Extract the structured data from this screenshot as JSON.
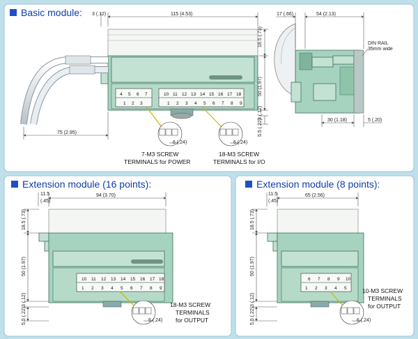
{
  "basic": {
    "title": "Basic module:",
    "dims": {
      "d3": "3 (.12)",
      "d115": "115 (4.53)",
      "d17": "17 (.66)",
      "d54": "54 (2.13)",
      "d185": "18.5 (.73)",
      "d50": "50 (1.97)",
      "d3b": "3 (.12)",
      "d55": "5.5 (.22)",
      "d75": "75 (2.95)",
      "d30": "30 (1.18)",
      "d5": "5 (.20)",
      "d6a": "6 (.24)",
      "d6b": "6 (.24)"
    },
    "din_line1": "DIN RAIL",
    "din_line2": "35mm wide",
    "power_line1": "7-M3 SCREW",
    "power_line2": "TERMINALS for POWER",
    "io_line1": "18-M3 SCREW",
    "io_line2": "TERMINALS for I/O"
  },
  "ext16": {
    "title": "Extension module (16 points):",
    "dims": {
      "d115": "11.5",
      "d45": "(.45)",
      "d94": "94 (3.70)",
      "d185": "18.5 (.73)",
      "d50": "50 (1.97)",
      "d3": "3 (.12)",
      "d55": "5.5 (.22)",
      "d6": "6 (.24)"
    },
    "line1": "18-M3 SCREW",
    "line2": "TERMINALS",
    "line3": "for OUTPUT"
  },
  "ext8": {
    "title": "Extension module (8 points):",
    "dims": {
      "d115": "11.5",
      "d45": "(.45)",
      "d65": "65 (2.56)",
      "d185": "18.5 (.73)",
      "d50": "50 (1.97)",
      "d3": "3 (.12)",
      "d55": "5.5 (.22)",
      "d6": "6 (.24)"
    },
    "line1": "10-M3 SCREW",
    "line2": "TERMINALS",
    "line3": "for OUTPUT"
  },
  "terminals": {
    "t1": "1",
    "t2": "2",
    "t3": "3",
    "t4": "4",
    "t5": "5",
    "t6": "6",
    "t7": "7",
    "t8": "8",
    "t9": "9",
    "t10": "10",
    "t11": "11",
    "t12": "12",
    "t13": "13",
    "t14": "14",
    "t15": "15",
    "t16": "16",
    "t17": "17",
    "t18": "18"
  },
  "colors": {
    "panel": "#ffffff",
    "module": "#a6d3bf",
    "title": "#0d3ea8",
    "background": "#bfe0ea"
  }
}
